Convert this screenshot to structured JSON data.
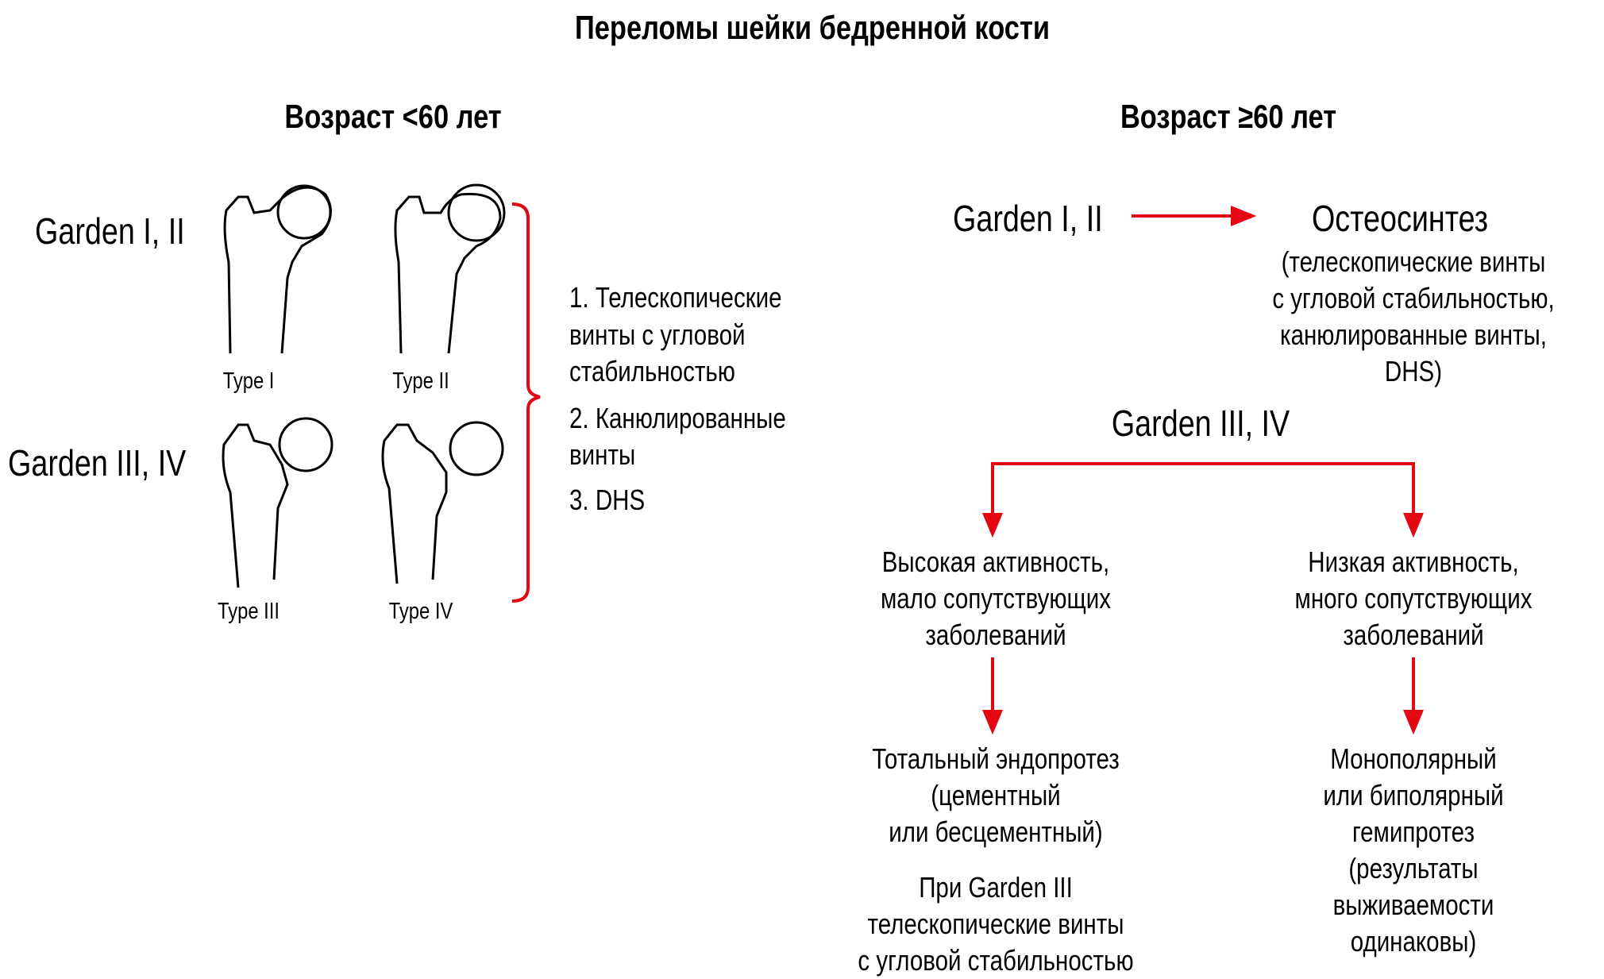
{
  "title": "Переломы шейки бедренной кости",
  "left": {
    "heading": "Возраст <60 лет",
    "group1": "Garden I, II",
    "group2": "Garden III, IV",
    "types": [
      "Type I",
      "Type II",
      "Type III",
      "Type IV"
    ],
    "list": [
      "1. Телескопические",
      "винты с угловой",
      "стабильностью",
      "2. Канюлированные",
      "винты",
      "3. DHS"
    ]
  },
  "right": {
    "heading": "Возраст ≥60 лет",
    "g12": "Garden I, II",
    "osteo": "Остеосинтез",
    "osteo_detail": [
      "(телескопические винты",
      "с угловой стабильностью,",
      "канюлированные винты,",
      "DHS)"
    ],
    "g34": "Garden III, IV",
    "high": [
      "Высокая активность,",
      "мало сопутствующих",
      "заболеваний"
    ],
    "low": [
      "Низкая активность,",
      "много сопутствующих",
      "заболеваний"
    ],
    "total": [
      "Тотальный эндопротез",
      "(цементный",
      "или бесцементный)"
    ],
    "garden3": [
      "При Garden III",
      "телескопические винты",
      "с угловой стабильностью"
    ],
    "hemi": [
      "Монополярный",
      "или биполярный",
      "гемипротез",
      "(результаты",
      "выживаемости",
      "одинаковы)"
    ]
  },
  "colors": {
    "arrow": "#e30613"
  }
}
